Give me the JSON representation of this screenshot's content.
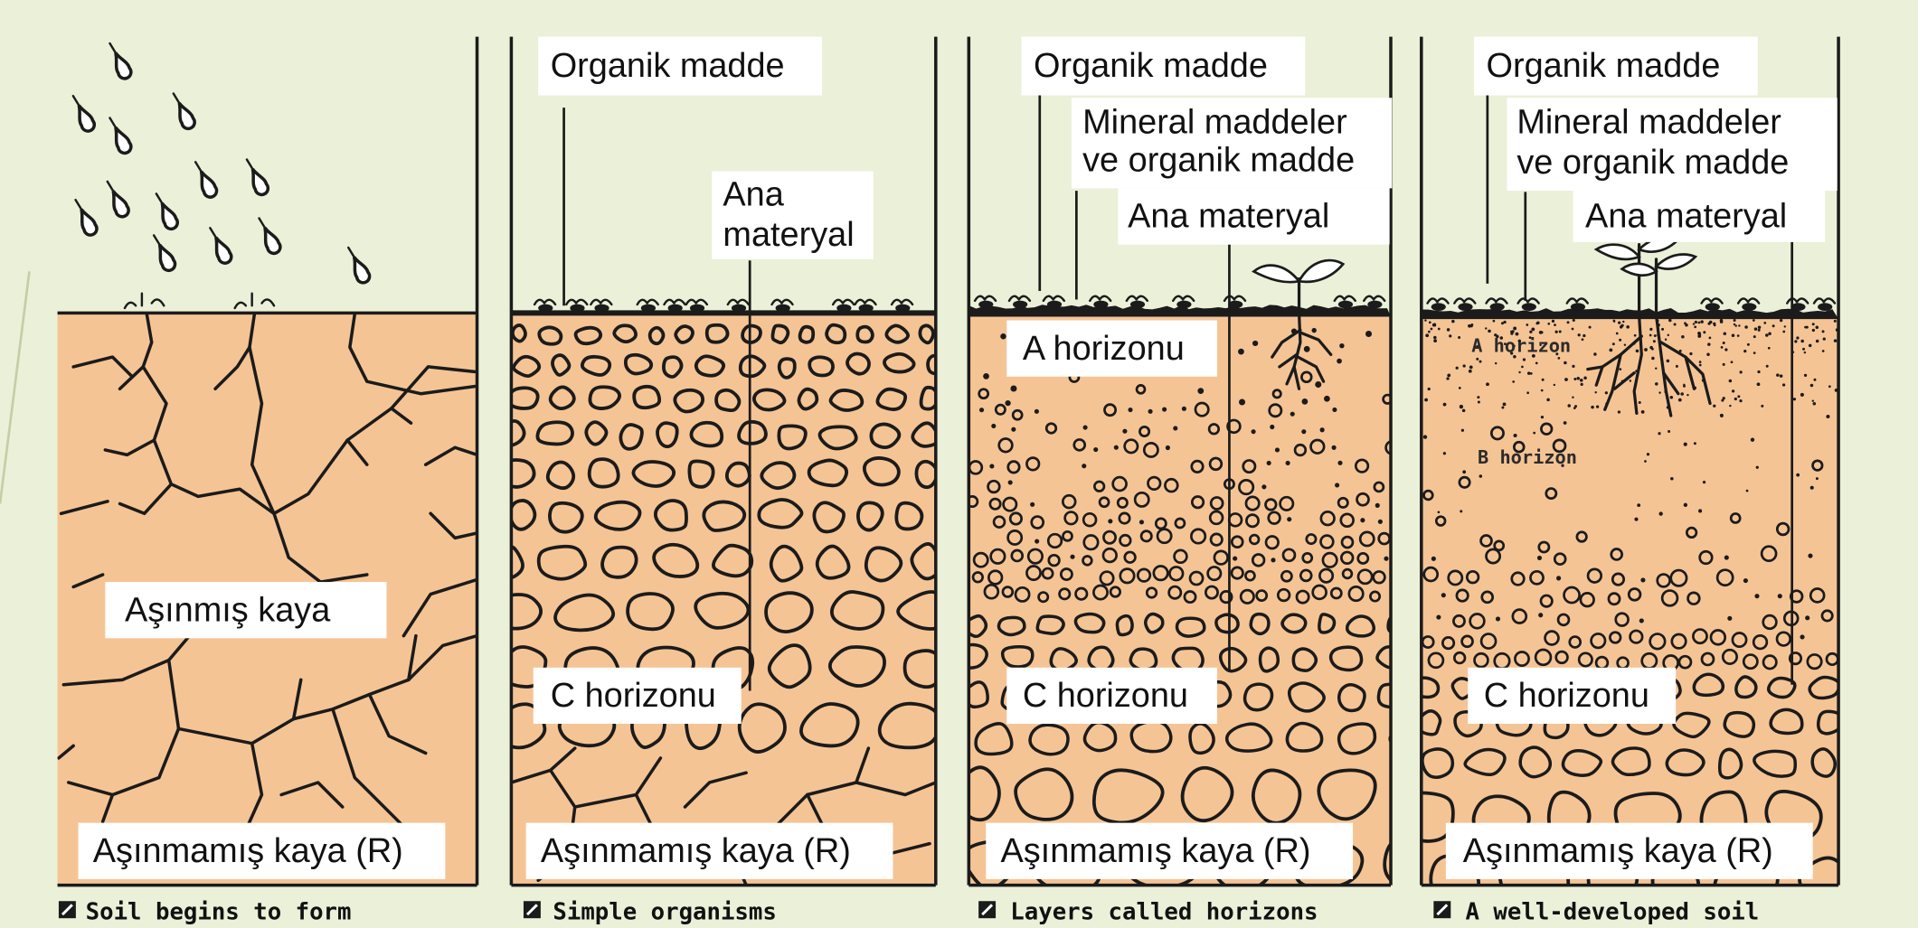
{
  "panel_1": {
    "caption": "Soil begins to form",
    "weathered_rock": "Aşınmış kaya",
    "bedrock": "Aşınmamış kaya (R)"
  },
  "panel_2": {
    "caption": "Simple organisms",
    "organic_matter": "Organik madde",
    "parent_material_line1": "Ana",
    "parent_material_line2": "materyal",
    "c_horizon": "C horizonu",
    "bedrock": "Aşınmamış kaya (R)"
  },
  "panel_3": {
    "caption": "Layers called horizons",
    "organic_matter": "Organik madde",
    "mineral_organic_line1": "Mineral maddeler",
    "mineral_organic_line2": "ve organik madde",
    "parent_material": "Ana materyal",
    "a_horizon": "A horizonu",
    "c_horizon": "C horizonu",
    "bedrock": "Aşınmamış kaya (R)"
  },
  "panel_4": {
    "caption": "A well-developed soil",
    "organic_matter": "Organik madde",
    "mineral_organic_line1": "Mineral maddeler",
    "mineral_organic_line2": "ve organik madde",
    "parent_material": "Ana materyal",
    "a_horizon_inline": "A horizon",
    "b_horizon_inline": "B horizon",
    "c_horizon": "C horizonu",
    "bedrock": "Aşınmamış kaya (R)"
  },
  "colors": {
    "background": "#ebf0d8",
    "soil": "#f5c495",
    "ink": "#1b1b1b",
    "label_box": "#ffffff"
  }
}
